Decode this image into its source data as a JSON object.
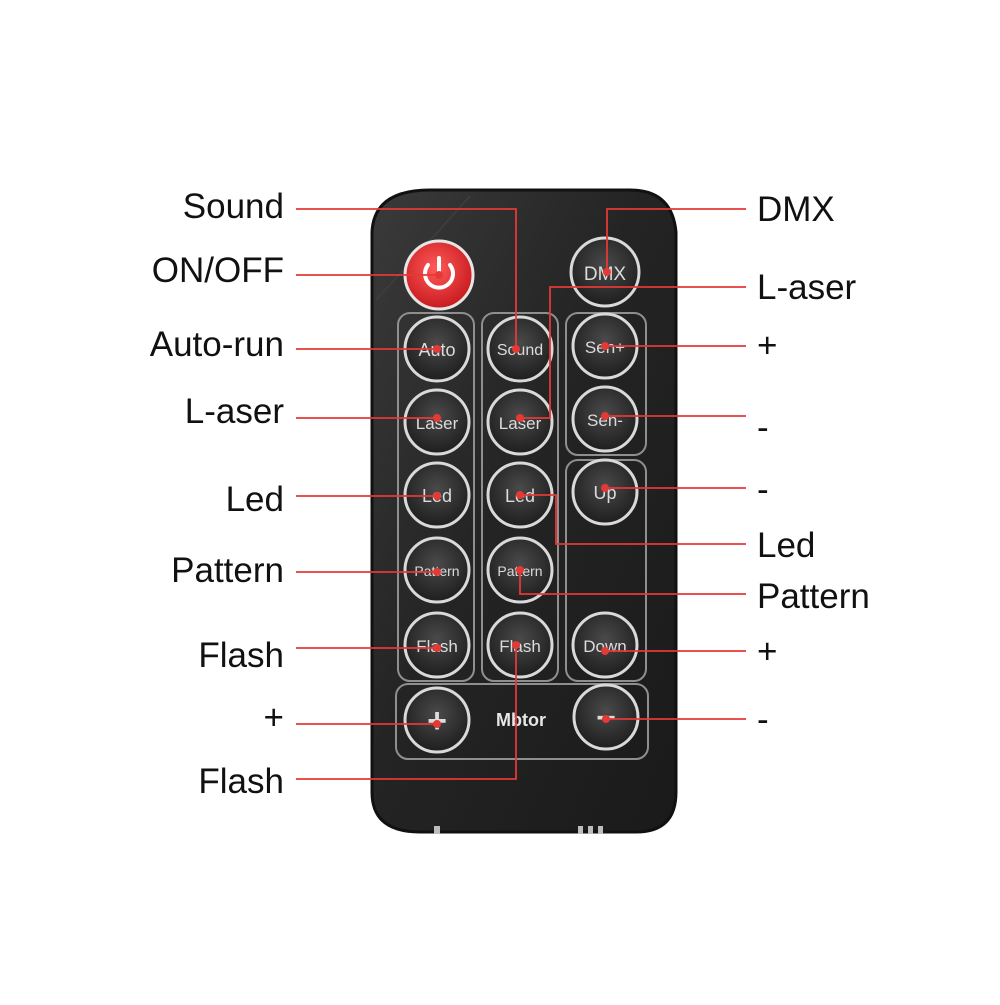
{
  "remote": {
    "body_color": "#252525",
    "panel_stroke": "#8f8f8f",
    "button_face": "#2b2b2b",
    "button_ring": "#d9d9d9",
    "button_text_color": "#dcdcdc",
    "power_color": "#e0262a",
    "power_icon": "power-icon",
    "motor_label": "Mbtor",
    "buttons": {
      "dmx": "DMX",
      "auto": "Auto",
      "sound": "Sound",
      "sen_plus": "Sen+",
      "laser_left": "Laser",
      "laser_mid": "Laser",
      "sen_minus": "Sen-",
      "led_left": "Led",
      "led_mid": "Led",
      "up": "Up",
      "pattern_left": "Pattern",
      "pattern_mid": "Pattern",
      "flash_left": "Flash",
      "flash_mid": "Flash",
      "down": "Down",
      "plus": "+",
      "minus": "−"
    }
  },
  "callouts": {
    "line_color": "#e53935",
    "left": {
      "sound": "Sound",
      "on_off": "ON/OFF",
      "auto_run": "Auto-run",
      "l_aser": "L-aser",
      "led": "Led",
      "pattern": "Pattern",
      "flash": "Flash",
      "plus": "+",
      "flash_bottom": "Flash"
    },
    "right": {
      "dmx": "DMX",
      "l_aser": "L-aser",
      "plus_top": "+",
      "minus_1": "-",
      "minus_2": "-",
      "led": "Led",
      "pattern": "Pattern",
      "plus_bottom": "+",
      "minus_bottom": "-"
    }
  }
}
